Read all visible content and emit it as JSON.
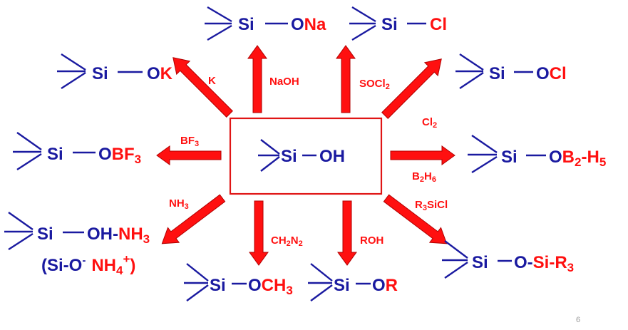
{
  "colors": {
    "blue": "#1a1aa0",
    "red": "#ff1010"
  },
  "center": {
    "si": "Si",
    "oh": "OH"
  },
  "products": {
    "ona": {
      "si": "Si",
      "o": "O",
      "rest": "Na"
    },
    "cl": {
      "si": "Si",
      "rest": "Cl"
    },
    "ok": {
      "si": "Si",
      "o": "O",
      "rest": "K"
    },
    "ocl": {
      "si": "Si",
      "o": "O",
      "rest": "Cl"
    },
    "obf3": {
      "si": "Si",
      "o": "O",
      "rest": "BF",
      "sub": "3"
    },
    "ob2h5": {
      "si": "Si",
      "o": "O",
      "rest": "B",
      "sub": "2",
      "rest2": "-H",
      "sub2": "5"
    },
    "ohnh3": {
      "si": "Si",
      "o": "OH-",
      "rest": "NH",
      "sub": "3",
      "note_open": "(Si-O",
      "note_sup": "-",
      "note_nh": "NH",
      "note_sub": "4",
      "note_plus": "+",
      "note_close": ")"
    },
    "osir3": {
      "si": "Si",
      "o": "O-",
      "rest": "Si-R",
      "sub": "3"
    },
    "och3": {
      "si": "Si",
      "o": "O",
      "rest": "CH",
      "sub": "3"
    },
    "or": {
      "si": "Si",
      "o": "O",
      "rest": "R"
    }
  },
  "reagents": {
    "naoh": {
      "text": "NaOH"
    },
    "socl2": {
      "text": "SOCl",
      "sub": "2"
    },
    "k": {
      "text": "K"
    },
    "cl2": {
      "text": "Cl",
      "sub": "2"
    },
    "bf3": {
      "text": "BF",
      "sub": "3"
    },
    "b2h6": {
      "t1": "B",
      "s1": "2",
      "t2": "H",
      "s2": "6"
    },
    "nh3": {
      "text": "NH",
      "sub": "3"
    },
    "r3sicl": {
      "text": "R",
      "sub": "3",
      "text2": "SiCl"
    },
    "ch2n2": {
      "t1": "CH",
      "s1": "2",
      "t2": "N",
      "s2": "2"
    },
    "roh": {
      "text": "ROH"
    }
  },
  "page_number": "6"
}
